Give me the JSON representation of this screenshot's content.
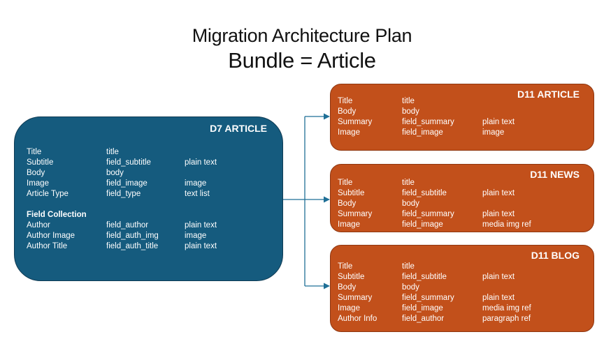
{
  "title": {
    "line1": "Migration Architecture Plan",
    "line2": "Bundle = Article"
  },
  "d7": {
    "header": "D7 ARTICLE",
    "rows": [
      [
        "Title",
        "title",
        ""
      ],
      [
        "Subtitle",
        "field_subtitle",
        "plain text"
      ],
      [
        "Body",
        "body",
        ""
      ],
      [
        "Image",
        "field_image",
        "image"
      ],
      [
        "Article Type",
        "field_type",
        "text list"
      ],
      [
        "Field Collection",
        "",
        ""
      ],
      [
        "Author",
        "field_author",
        "plain text"
      ],
      [
        "Author Image",
        "field_auth_img",
        "image"
      ],
      [
        "Author Title",
        "field_auth_title",
        "plain text"
      ]
    ]
  },
  "d11_article": {
    "header": "D11 ARTICLE",
    "rows": [
      [
        "Title",
        "title",
        ""
      ],
      [
        "Body",
        "body",
        ""
      ],
      [
        "Summary",
        "field_summary",
        "plain text"
      ],
      [
        "Image",
        "field_image",
        "image"
      ]
    ]
  },
  "d11_news": {
    "header": "D11 NEWS",
    "rows": [
      [
        "Title",
        "title",
        ""
      ],
      [
        "Subtitle",
        "field_subtitle",
        "plain text"
      ],
      [
        "Body",
        "body",
        ""
      ],
      [
        "Summary",
        "field_summary",
        "plain text"
      ],
      [
        "Image",
        "field_image",
        "media img ref"
      ]
    ]
  },
  "d11_blog": {
    "header": "D11 BLOG",
    "rows": [
      [
        "Title",
        "title",
        ""
      ],
      [
        "Subtitle",
        "field_subtitle",
        "plain text"
      ],
      [
        "Body",
        "body",
        ""
      ],
      [
        "Summary",
        "field_summary",
        "plain text"
      ],
      [
        "Image",
        "field_image",
        "media img ref"
      ],
      [
        "Author Info",
        "field_author",
        "paragraph ref"
      ]
    ]
  },
  "colors": {
    "d7_fill": "#155b7e",
    "d11_fill": "#c2501b",
    "connector": "#1f6f96"
  }
}
